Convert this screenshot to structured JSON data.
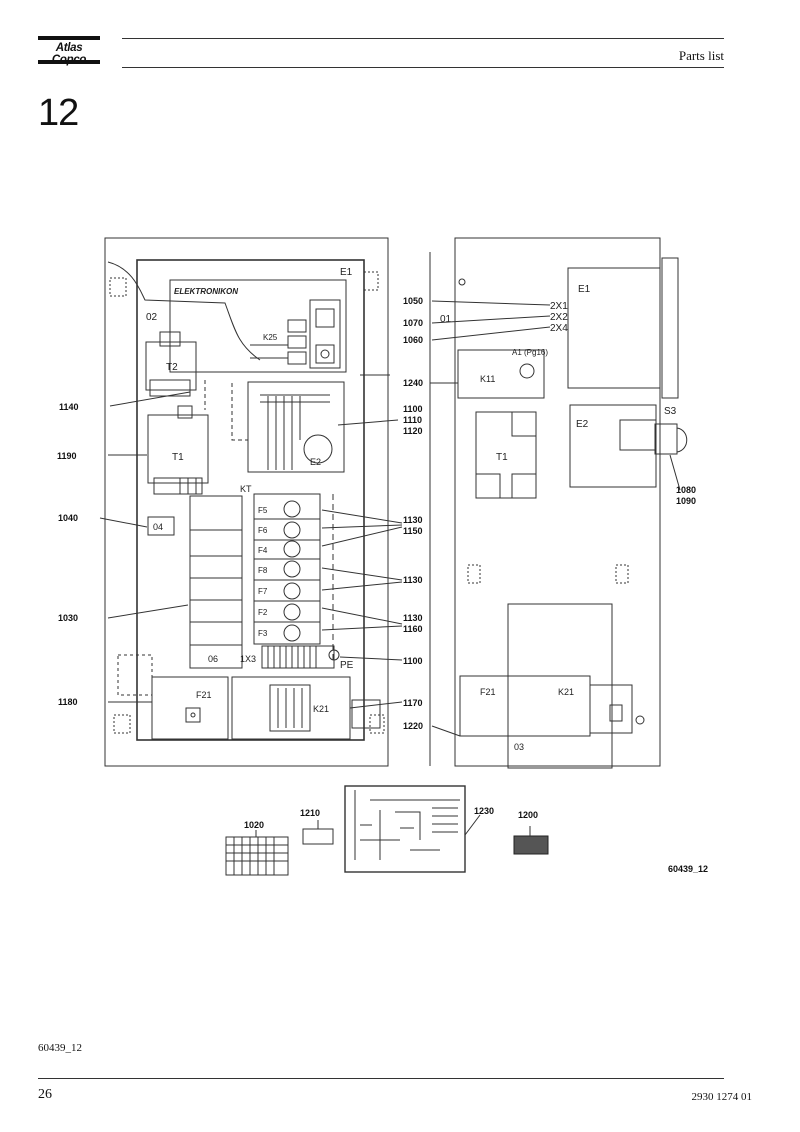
{
  "header": {
    "brand": "Atlas Copco",
    "title": "Parts list"
  },
  "section_number": "12",
  "figure": {
    "code_label": "60439_12",
    "components": {
      "e1": "E1",
      "elektronikon": "ELEKTRONIKON",
      "o2": "02",
      "t2": "T2",
      "k25": "K25",
      "t1": "T1",
      "e2": "E2",
      "kt": "KT",
      "o4": "04",
      "o6": "06",
      "x3": "1X3",
      "pe": "PE",
      "f21": "F21",
      "k21": "K21",
      "f5": "F5",
      "f6": "F6",
      "f4": "F4",
      "f8": "F8",
      "f7": "F7",
      "f2": "F2",
      "f3": "F3",
      "o1": "01",
      "x1": "2X1",
      "x2": "2X2",
      "x4": "2X4",
      "a1": "A1 (Pg16)",
      "k11": "K11",
      "s3": "S3",
      "o3": "03"
    },
    "callouts": {
      "c1140": "1140",
      "c1190": "1190",
      "c1040": "1040",
      "c1030": "1030",
      "c1180": "1180",
      "c1050": "1050",
      "c1070": "1070",
      "c1060": "1060",
      "c1240": "1240",
      "c1100a": "1100",
      "c1110": "1110",
      "c1120": "1120",
      "c1130a": "1130",
      "c1150": "1150",
      "c1130b": "1130",
      "c1130c": "1130",
      "c1160": "1160",
      "c1100b": "1100",
      "c1170": "1170",
      "c1220": "1220",
      "c1080": "1080",
      "c1090": "1090",
      "c1020": "1020",
      "c1210": "1210",
      "c1230": "1230",
      "c1200": "1200"
    }
  },
  "footer": {
    "page_number": "26",
    "document_number": "2930 1274 01"
  }
}
